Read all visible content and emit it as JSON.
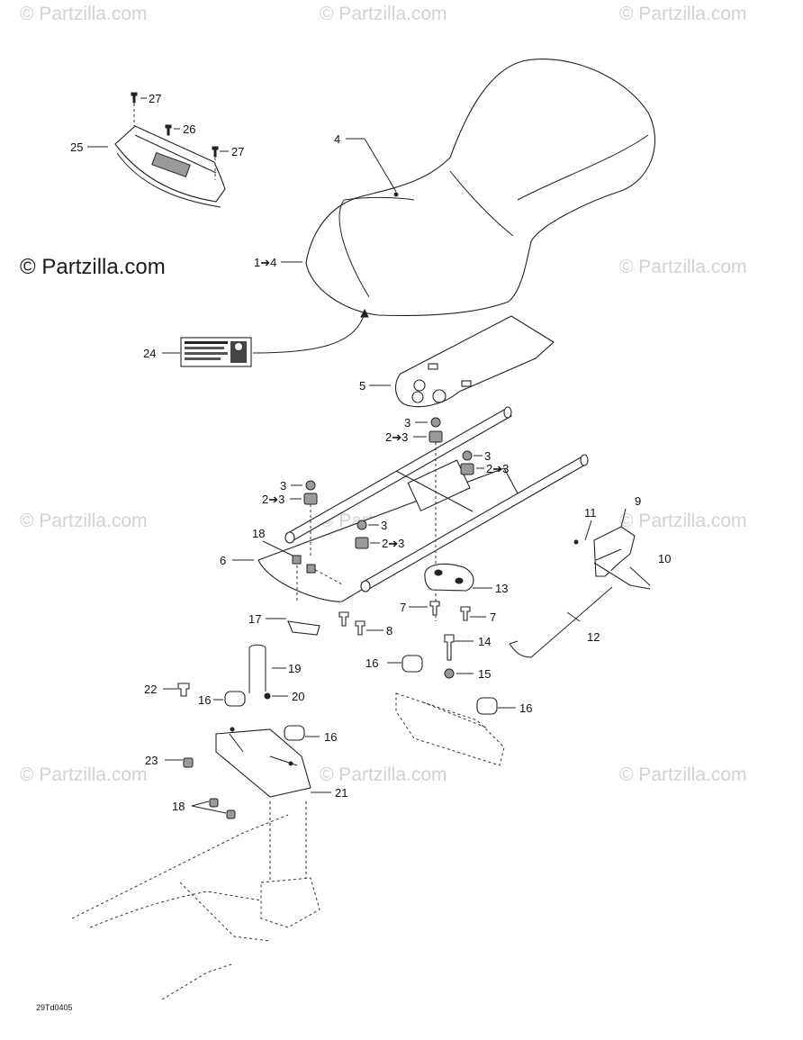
{
  "watermark": {
    "text": "© Partzilla.com",
    "brand_text": "© Partzilla.com"
  },
  "diagram_code": "29Td0405",
  "callouts": {
    "c1": "1➔4",
    "c2a": "2➔3",
    "c2b": "2➔3",
    "c2c": "2➔3",
    "c2d": "2➔3",
    "c3a": "3",
    "c3b": "3",
    "c3c": "3",
    "c3d": "3",
    "c4": "4",
    "c5": "5",
    "c6": "6",
    "c7a": "7",
    "c7b": "7",
    "c8": "8",
    "c9": "9",
    "c10": "10",
    "c11": "11",
    "c12": "12",
    "c13": "13",
    "c14": "14",
    "c15": "15",
    "c16a": "16",
    "c16b": "16",
    "c16c": "16",
    "c16d": "16",
    "c17": "17",
    "c18a": "18",
    "c18b": "18",
    "c19": "19",
    "c20": "20",
    "c21": "21",
    "c22": "22",
    "c23": "23",
    "c24": "24",
    "c25": "25",
    "c26": "26",
    "c27a": "27",
    "c27b": "27"
  }
}
